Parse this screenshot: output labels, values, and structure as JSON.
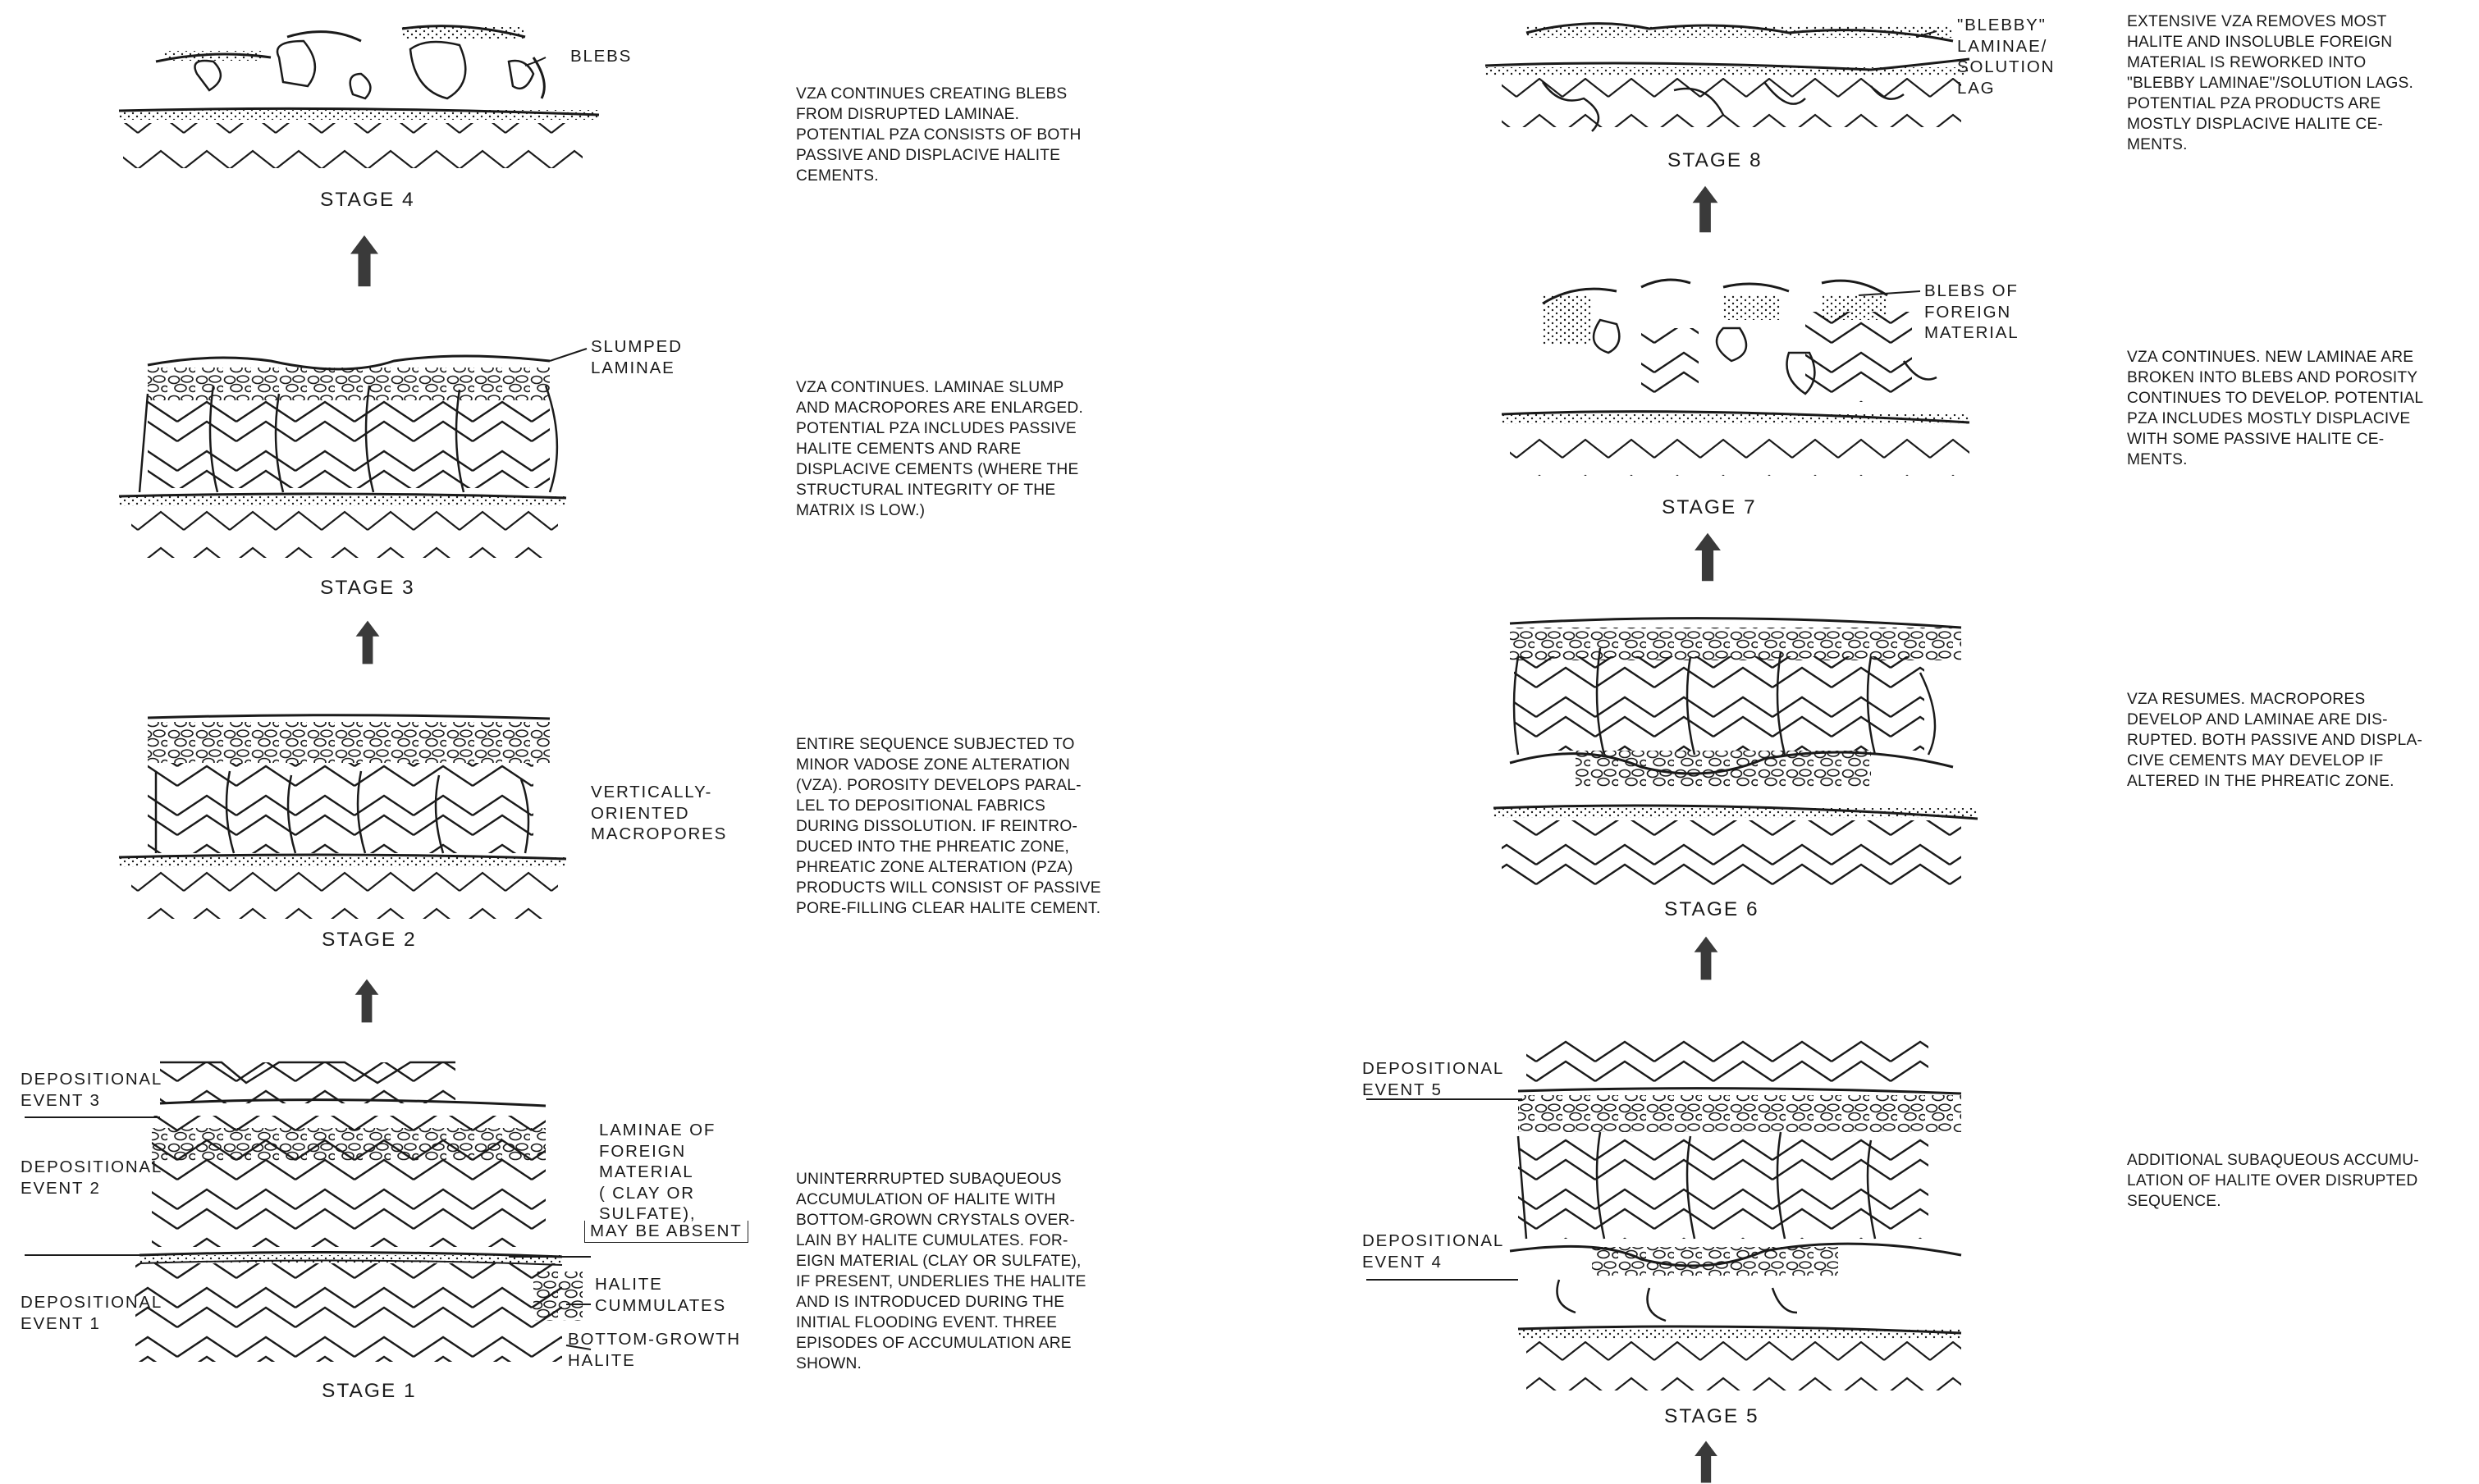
{
  "stages": [
    {
      "id": "s1",
      "title": "STAGE 1",
      "description": "UNINTERRRUPTED SUBAQUEOUS\nACCUMULATION OF HALITE WITH\nBOTTOM-GROWN CRYSTALS OVER-\nLAIN BY HALITE CUMULATES.  FOR-\nEIGN MATERIAL (CLAY OR SULFATE),\nIF PRESENT, UNDERLIES THE HALITE\nAND IS INTRODUCED DURING THE\nINITIAL FLOODING EVENT.  THREE\nEPISODES OF ACCUMULATION ARE\nSHOWN."
    },
    {
      "id": "s2",
      "title": "STAGE 2",
      "description": "ENTIRE SEQUENCE SUBJECTED TO\nMINOR VADOSE ZONE ALTERATION\n(VZA).  POROSITY DEVELOPS PARAL-\nLEL TO DEPOSITIONAL FABRICS\nDURING DISSOLUTION.  IF REINTRO-\nDUCED INTO THE PHREATIC ZONE,\nPHREATIC ZONE ALTERATION (PZA)\nPRODUCTS WILL CONSIST OF PASSIVE\nPORE-FILLING CLEAR HALITE CEMENT."
    },
    {
      "id": "s3",
      "title": "STAGE 3",
      "description": "VZA CONTINUES.  LAMINAE SLUMP\nAND MACROPORES ARE ENLARGED.\nPOTENTIAL PZA INCLUDES  PASSIVE\nHALITE CEMENTS AND RARE\nDISPLACIVE CEMENTS (WHERE THE\nSTRUCTURAL INTEGRITY OF THE\nMATRIX IS LOW.)"
    },
    {
      "id": "s4",
      "title": "STAGE 4",
      "description": "VZA CONTINUES CREATING BLEBS\nFROM DISRUPTED LAMINAE.\nPOTENTIAL PZA CONSISTS OF BOTH\nPASSIVE AND DISPLACIVE HALITE\nCEMENTS."
    },
    {
      "id": "s5",
      "title": "STAGE 5",
      "description": "ADDITIONAL SUBAQUEOUS ACCUMU-\nLATION OF HALITE OVER DISRUPTED\nSEQUENCE."
    },
    {
      "id": "s6",
      "title": "STAGE 6",
      "description": "VZA RESUMES.  MACROPORES\nDEVELOP AND LAMINAE ARE DIS-\nRUPTED.  BOTH PASSIVE AND DISPLA-\nCIVE CEMENTS MAY DEVELOP IF\nALTERED IN THE PHREATIC ZONE."
    },
    {
      "id": "s7",
      "title": "STAGE 7",
      "description": "VZA CONTINUES.  NEW LAMINAE ARE\nBROKEN INTO BLEBS AND POROSITY\nCONTINUES TO DEVELOP.  POTENTIAL\nPZA INCLUDES MOSTLY DISPLACIVE\nWITH SOME PASSIVE HALITE CE-\nMENTS."
    },
    {
      "id": "s8",
      "title": "STAGE 8",
      "description": "EXTENSIVE VZA REMOVES MOST\nHALITE AND INSOLUBLE FOREIGN\nMATERIAL IS REWORKED INTO\n\"BLEBBY LAMINAE\"/SOLUTION LAGS.\nPOTENTIAL PZA PRODUCTS ARE\nMOSTLY DISPLACIVE HALITE CE-\nMENTS."
    }
  ],
  "labels": {
    "blebs": "BLEBS",
    "slumped_laminae": "SLUMPED\nLAMINAE",
    "vertical_macropores": "VERTICALLY-\nORIENTED\nMACROPORES",
    "depositional_event_3": "DEPOSITIONAL\nEVENT 3",
    "depositional_event_2": "DEPOSITIONAL\nEVENT 2",
    "depositional_event_1": "DEPOSITIONAL\nEVENT 1",
    "laminae_foreign": "LAMINAE OF\nFOREIGN\nMATERIAL\n( CLAY OR\nSULFATE),",
    "may_be_absent": "MAY BE ABSENT",
    "halite_cummulates": "HALITE\nCUMMULATES",
    "bottom_growth": "BOTTOM-GROWTH\nHALITE",
    "blebby_laminae": "\"BLEBBY\"\nLAMINAE/\nSOLUTION\nLAG",
    "blebs_foreign": "BLEBS OF\nFOREIGN\nMATERIAL",
    "depositional_event_5": "DEPOSITIONAL\nEVENT 5",
    "depositional_event_4": "DEPOSITIONAL\nEVENT 4"
  },
  "colors": {
    "ink": "#1a1a1a",
    "paper": "#ffffff",
    "arrow": "#3a3a3a"
  }
}
